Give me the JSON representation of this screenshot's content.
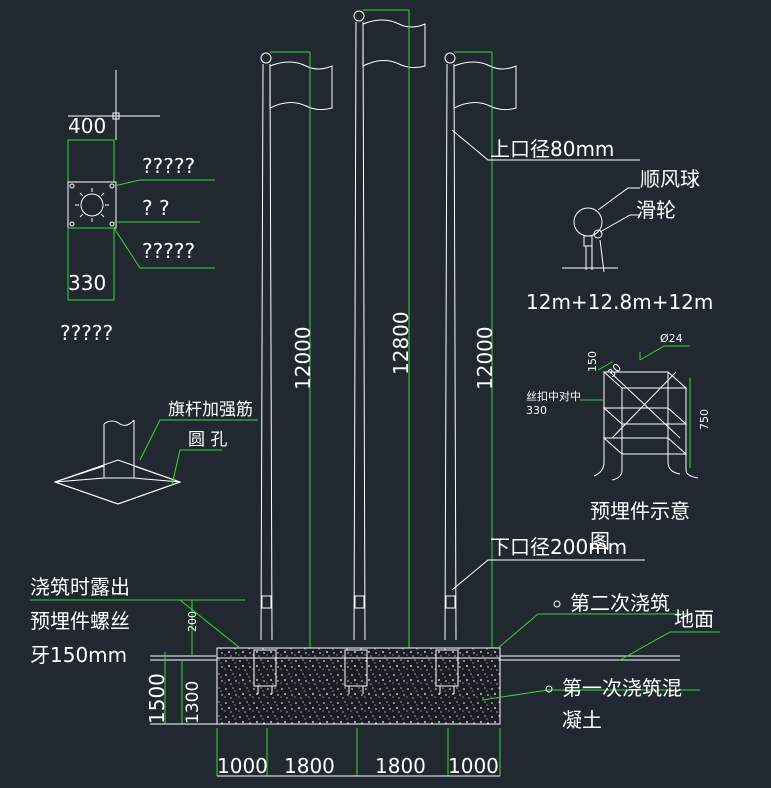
{
  "detail_top": {
    "dim_top": "400",
    "dim_bottom": "330",
    "label_1": "?????",
    "label_2": "?  ?",
    "label_3": "?????",
    "caption": "?????"
  },
  "base_detail": {
    "rib_label": "旗杆加强筋",
    "hole_label": "圆  孔"
  },
  "poles": {
    "height_left": "12000",
    "height_center": "12800",
    "height_right": "12000",
    "top_diameter": "上口径80mm",
    "bottom_diameter": "下口径200mm"
  },
  "ball_detail": {
    "ball_label": "顺风球",
    "pulley_label": "滑轮",
    "heights_summary": "12m+12.8m+12m"
  },
  "embed_detail": {
    "diameter": "Ø24",
    "dim_150": "150",
    "dim_30": "30",
    "wire_label": "丝扣中对中",
    "dim_330": "330",
    "dim_750": "750",
    "caption": "预埋件示意图"
  },
  "foundation": {
    "exposed_note_1": "浇筑时露出",
    "exposed_note_2": "预埋件螺丝",
    "exposed_note_3": "牙150mm",
    "second_pour": "第二次浇筑",
    "ground": "地面",
    "first_pour_1": "第一次浇筑混",
    "first_pour_2": "凝土",
    "dim_200": "200",
    "dim_1500": "1500",
    "dim_1300": "1300",
    "bottom_dims": [
      "1000",
      "1800",
      "1800",
      "1000"
    ]
  }
}
